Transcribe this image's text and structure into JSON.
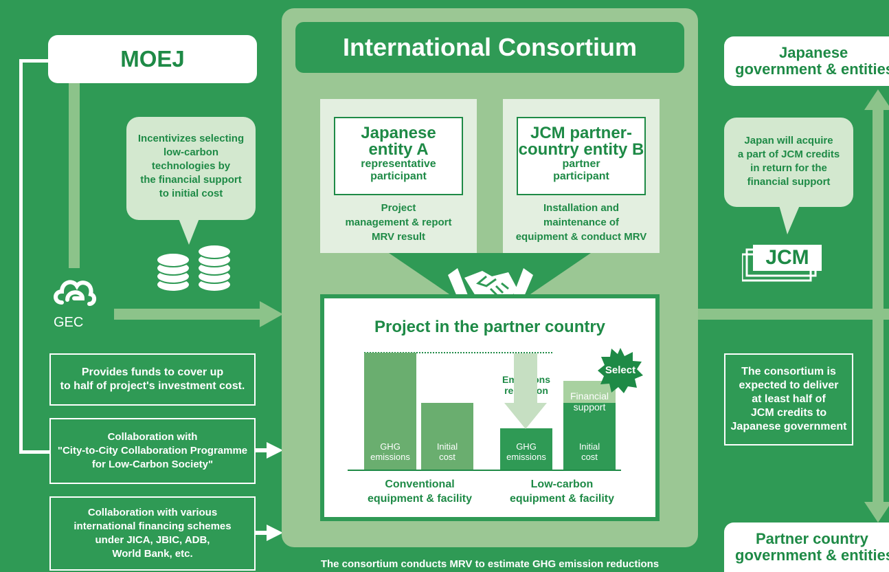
{
  "colors": {
    "background": "#2f9a55",
    "consortium_panel": "#9bc794",
    "dark_green": "#1e8a46",
    "bar_conventional": "#6aae6f",
    "bar_lowcarbon": "#2f9a55",
    "bar_support": "#a8d1a0",
    "bubble": "#d3e8cf"
  },
  "moej": {
    "title": "MOEJ"
  },
  "incentive_bubble": {
    "line1": "Incentivizes selecting",
    "line2": "low-carbon",
    "line3": "technologies by",
    "line4": "the financial support",
    "line5": "to initial cost"
  },
  "gec": {
    "label": "GEC"
  },
  "funds_box": {
    "line1": "Provides funds to cover up",
    "line2": "to half of project's investment cost."
  },
  "collab_city": {
    "line1": "Collaboration with",
    "line2": "\"City-to-City Collaboration Programme",
    "line3": "for Low-Carbon Society\""
  },
  "collab_finance": {
    "line1": "Collaboration with various",
    "line2": "international financing schemes",
    "line3": "under JICA, JBIC, ADB,",
    "line4": "World Bank, etc."
  },
  "consortium": {
    "title": "International Consortium",
    "footer": "The consortium conducts MRV to estimate GHG emission reductions"
  },
  "entity_a": {
    "title1": "Japanese",
    "title2": "entity A",
    "role1": "representative",
    "role2": "participant",
    "desc1": "Project",
    "desc2": "management & report",
    "desc3": "MRV result"
  },
  "entity_b": {
    "title1": "JCM partner-",
    "title2": "country entity B",
    "role1": "partner",
    "role2": "participant",
    "desc1": "Installation and",
    "desc2": "maintenance of",
    "desc3": "equipment & conduct MRV"
  },
  "project": {
    "title": "Project in the partner country",
    "select_badge": "Select",
    "emissions_reduction1": "Emissions",
    "emissions_reduction2": "reduction",
    "financial_support1": "Financial",
    "financial_support2": "support",
    "conventional_label1": "Conventional",
    "conventional_label2": "equipment & facility",
    "lowcarbon_label1": "Low-carbon",
    "lowcarbon_label2": "equipment & facility",
    "bars": [
      {
        "group": "conventional",
        "label1": "GHG",
        "label2": "emissions",
        "value": 100
      },
      {
        "group": "conventional",
        "label1": "Initial",
        "label2": "cost",
        "value": 57
      },
      {
        "group": "low-carbon",
        "label1": "GHG",
        "label2": "emissions",
        "value": 35
      },
      {
        "group": "low-carbon",
        "label1": "Initial",
        "label2": "cost",
        "value": 76
      }
    ]
  },
  "japan_gov": {
    "line1": "Japanese",
    "line2": "government & entities"
  },
  "jcm_bubble": {
    "line1": "Japan will acquire",
    "line2": "a part of JCM credits",
    "line3": "in return for the",
    "line4": "financial support"
  },
  "jcm_logo": {
    "text": "JCM"
  },
  "deliver_box": {
    "line1": "The consortium is",
    "line2": "expected to deliver",
    "line3": "at least half of",
    "line4": "JCM credits to",
    "line5": "Japanese government"
  },
  "partner_gov": {
    "line1": "Partner country",
    "line2": "government & entities"
  }
}
